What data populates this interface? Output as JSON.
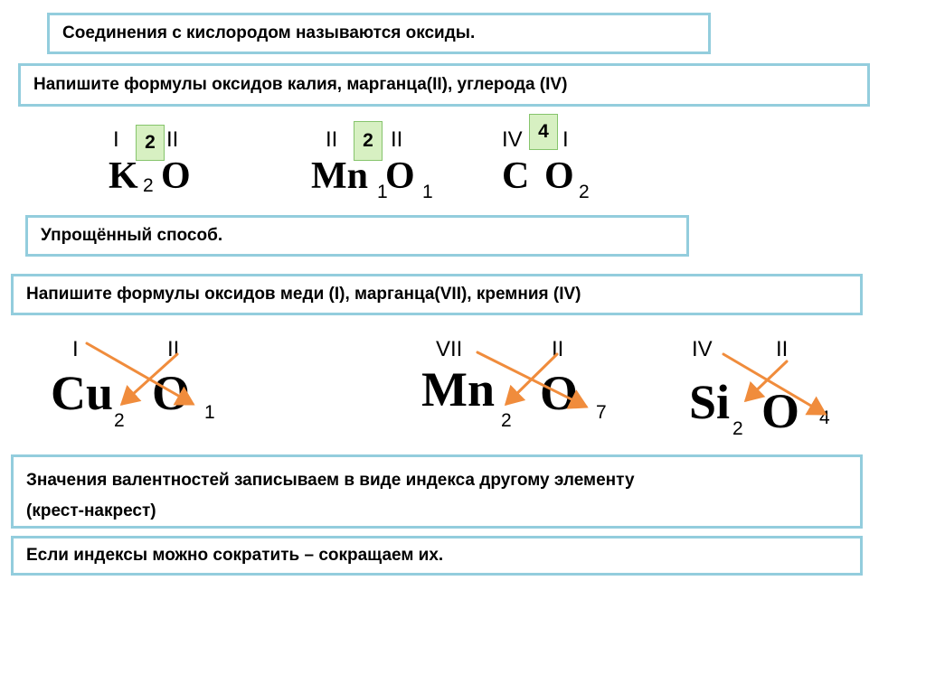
{
  "boxes": {
    "definition": "Соединения с кислородом называются оксиды.",
    "task1": "Напишите формулы оксидов  калия, марганца(II), углерода (IV)",
    "simplified": "Упрощённый способ.",
    "task2": "Напишите формулы оксидов  меди (I), марганца(VII), кремния (IV)",
    "rule1_line1": "Значения валентностей записываем в виде индекса другому элементу",
    "rule1_line2": "(крест-накрест)",
    "rule2": "Если индексы можно сократить – сокращаем их."
  },
  "examples1": [
    {
      "val1": "I",
      "val2": "II",
      "lcm": "2",
      "el1": "K",
      "idx1": "2",
      "el2": "O",
      "idx2": ""
    },
    {
      "val1": "II",
      "val2": "II",
      "lcm": "2",
      "el1": "Mn",
      "idx1": "1",
      "el2": "O",
      "idx2": "1"
    },
    {
      "val1": "IV",
      "val2": "I",
      "lcm": "4",
      "el1": "C",
      "idx1": "",
      "el2": "O",
      "idx2": "2"
    }
  ],
  "examples2": [
    {
      "val1": "I",
      "val2": "II",
      "el1": "Cu",
      "idx1": "2",
      "el2": "O",
      "idx2": "1"
    },
    {
      "val1": "VII",
      "val2": "II",
      "el1": "Mn",
      "idx1": "2",
      "el2": "O",
      "idx2": "7"
    },
    {
      "val1": "IV",
      "val2": "II",
      "el1": "Si",
      "idx1": "2",
      "el2": "O",
      "idx2": "4"
    }
  ],
  "colors": {
    "border": "#93cddd",
    "arrow": "#f08c3c",
    "lcm_fill": "#d7f0c2"
  }
}
